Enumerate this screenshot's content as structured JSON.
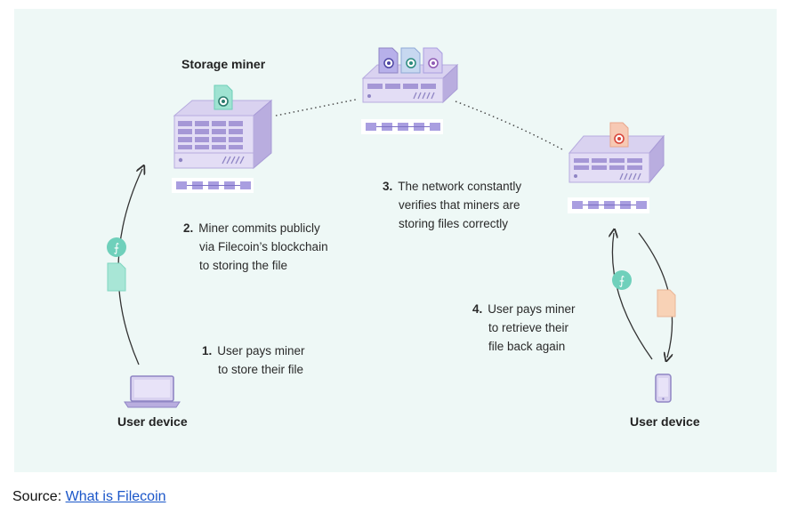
{
  "diagram": {
    "storage_miner_label": "Storage miner",
    "user_device_left_label": "User device",
    "user_device_right_label": "User device",
    "steps": [
      {
        "number": "1.",
        "lines": [
          "User pays miner",
          "to store their file"
        ]
      },
      {
        "number": "2.",
        "lines": [
          "Miner commits publicly",
          "via Filecoin’s blockchain",
          "to storing the file"
        ]
      },
      {
        "number": "3.",
        "lines": [
          "The network constantly",
          "verifies that miners are",
          "storing files correctly"
        ]
      },
      {
        "number": "4.",
        "lines": [
          "User pays miner",
          "to retrieve their",
          "file back again"
        ]
      }
    ],
    "coin_symbol": "⨍",
    "colors": {
      "panel_bg": "#eef8f6",
      "server_purple": "#c9c0e8",
      "server_dark": "#8f85c4",
      "file_teal": "#8fdcc9",
      "file_peach": "#f6c9a8",
      "coin_teal": "#5fcbb4",
      "link_blue": "#1a56c9"
    }
  },
  "source": {
    "prefix": "Source: ",
    "link_text": "What is Filecoin"
  }
}
